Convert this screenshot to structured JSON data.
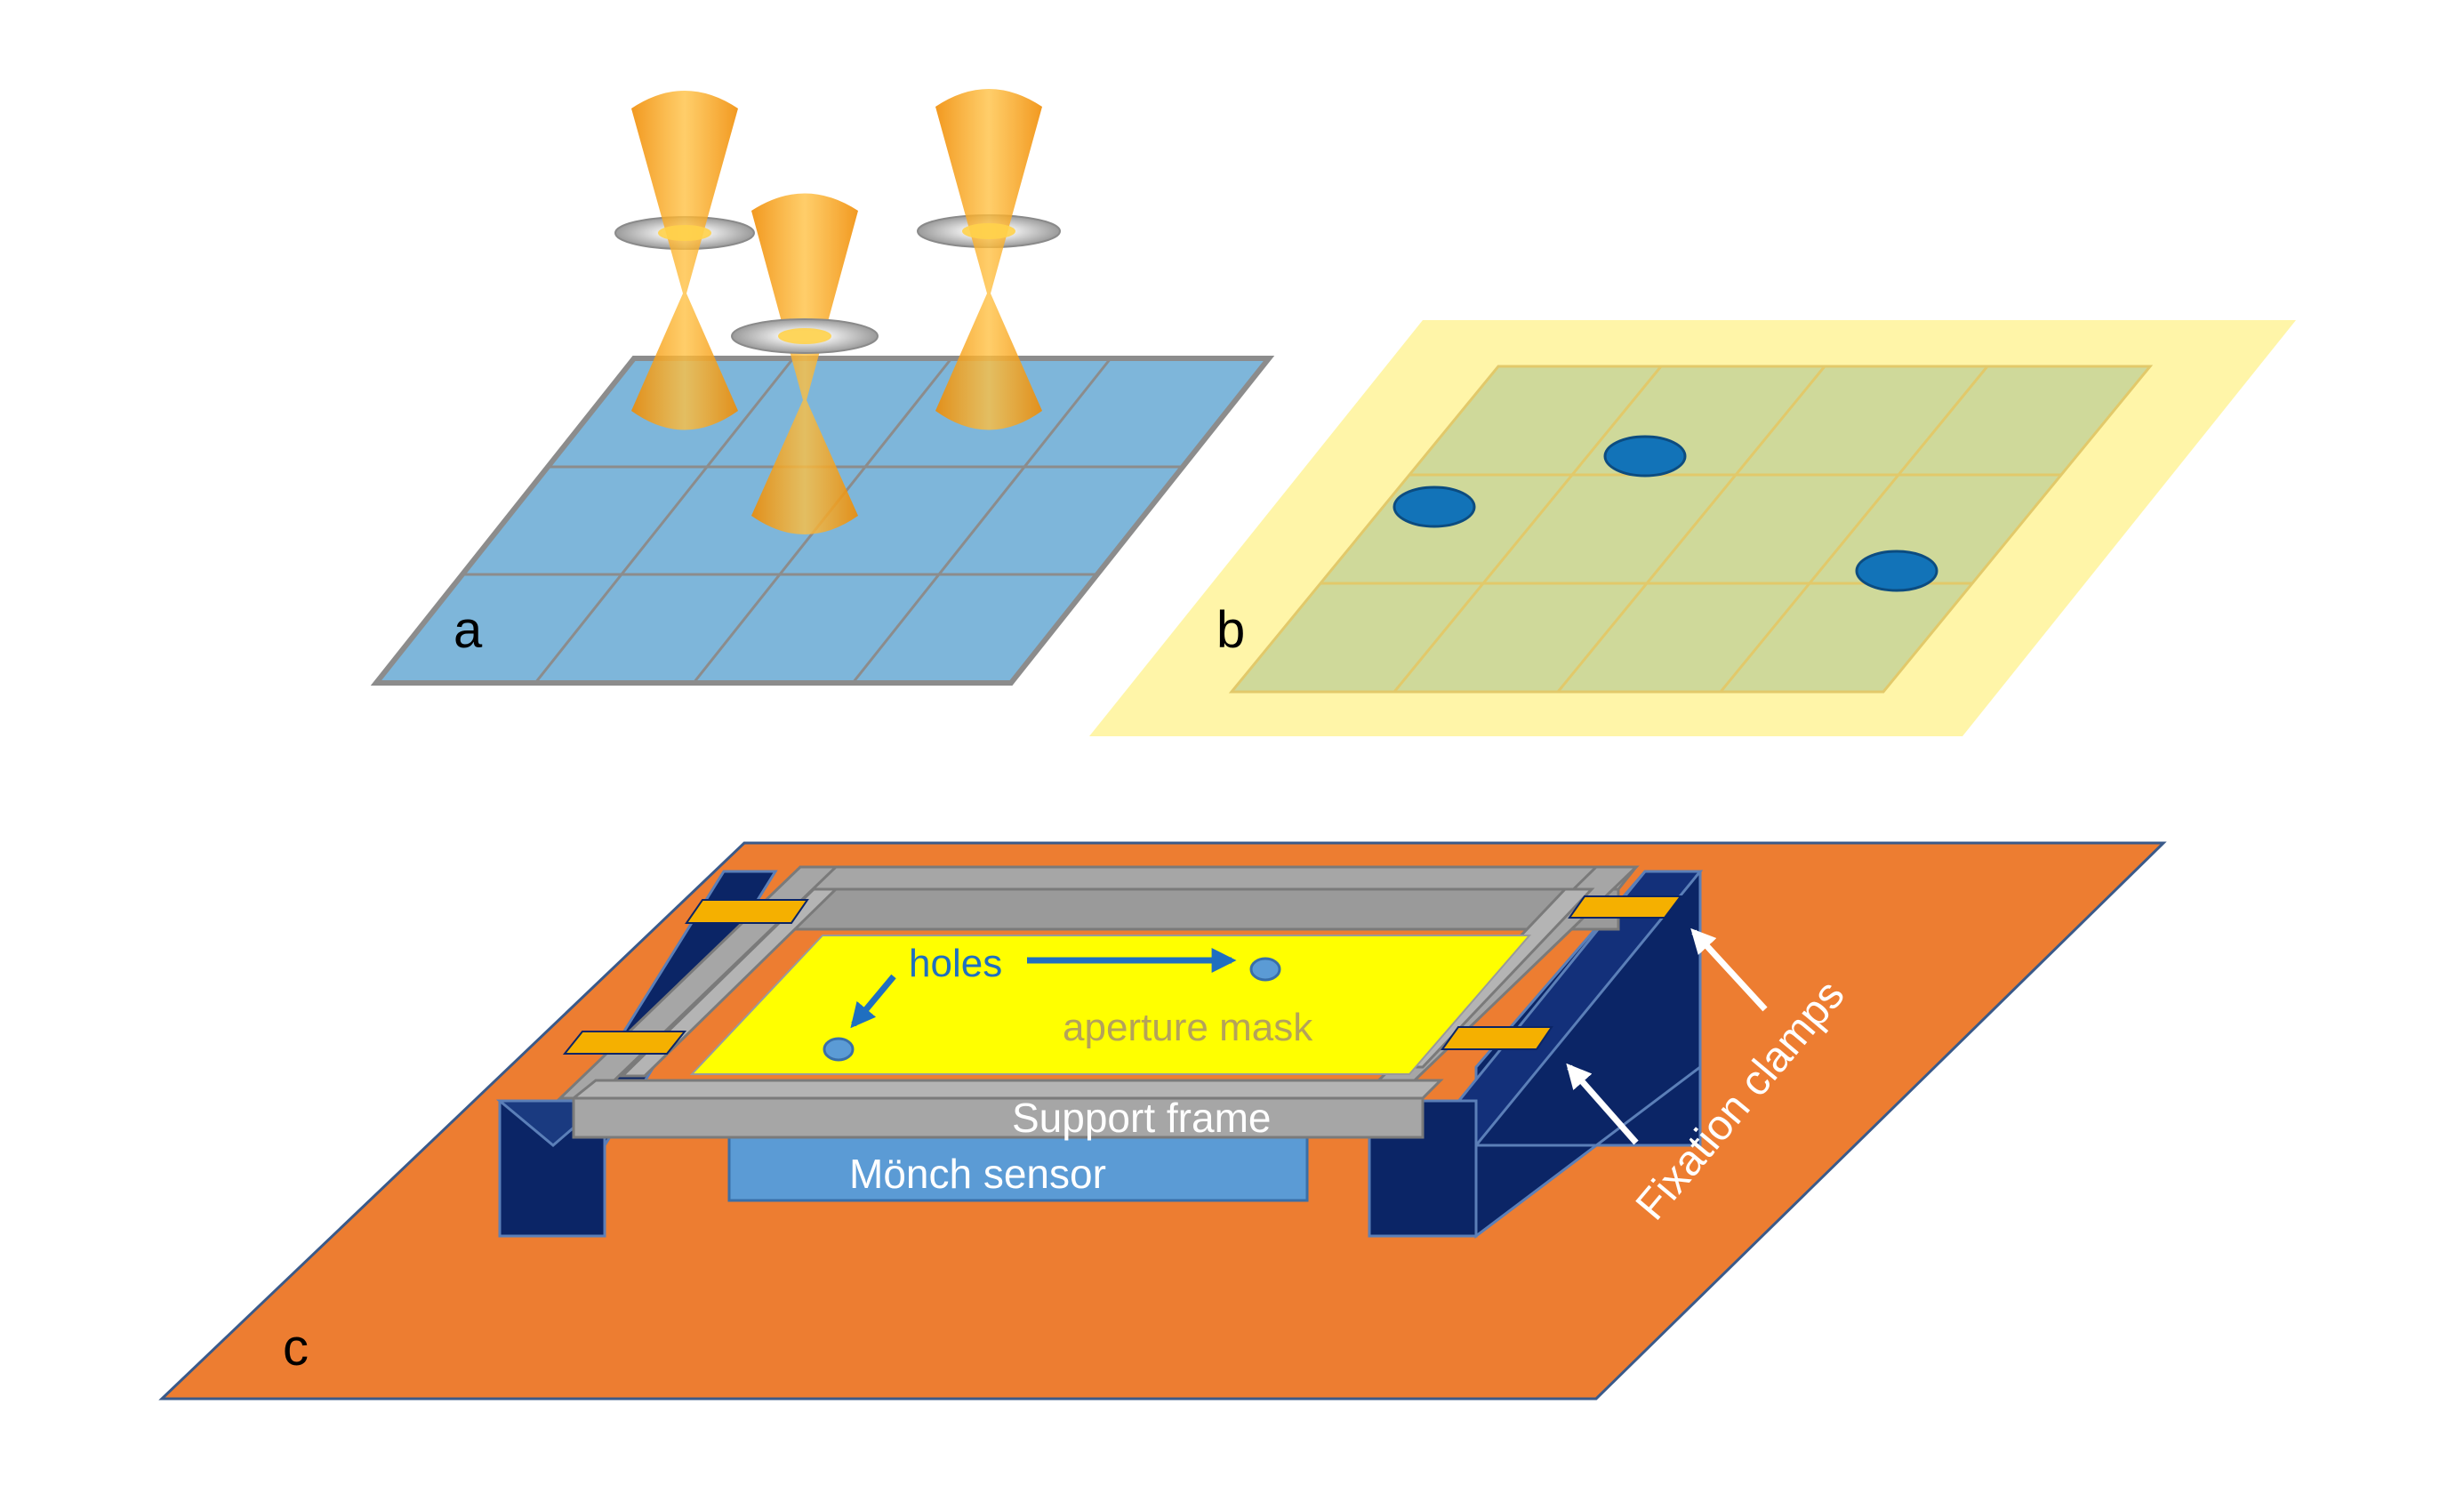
{
  "panels": {
    "a": {
      "label": "a"
    },
    "b": {
      "label": "b"
    },
    "c": {
      "label": "c"
    }
  },
  "annotations": {
    "holes": "holes",
    "aperture_mask": "aperture mask",
    "support_frame": "Support frame",
    "sensor": "Mönch sensor",
    "fixation_clamps": "Fixation clamps"
  },
  "colors": {
    "detector_grid": "#7EB6DA",
    "grid_line": "#8C8C8C",
    "beam": "#F5A31C",
    "mask_border": "#FFF5A8",
    "mask_center": "#CFD99A",
    "mask_hole": "#1273B8",
    "base_plate": "#ED7D31",
    "clamp": "#0B2566",
    "frame": "#A6A6A6",
    "aperture_mask_fill": "#FFFF00",
    "sensor_fill": "#5B9BD5",
    "clamp_pad": "#F5B000",
    "hole_label": "#1F6FC0",
    "mask_label": "#B4A25A"
  },
  "icons": [
    "beam-cone",
    "aperture-ring",
    "arrow"
  ]
}
